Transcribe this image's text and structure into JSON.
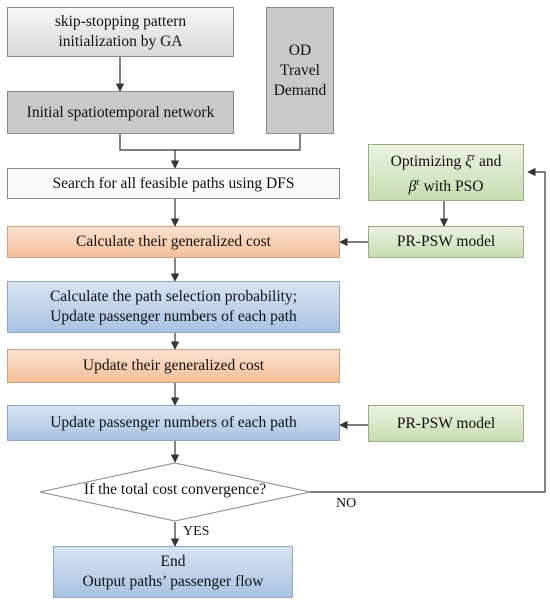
{
  "nodes": {
    "ga_init": {
      "lines": [
        "skip-stopping pattern",
        "initialization by GA"
      ]
    },
    "initial_network": {
      "text": "Initial spatiotemporal network"
    },
    "od_demand": {
      "lines": [
        "OD",
        "Travel",
        "Demand"
      ]
    },
    "search_paths": {
      "text": "Search for all feasible paths using DFS"
    },
    "pso": {
      "line1_pre": "Optimizing ",
      "xi": "ξ",
      "sup_r": "r",
      "line1_post": " and",
      "beta": "β",
      "line2_post": " with PSO"
    },
    "calc_cost": {
      "text": "Calculate their generalized cost"
    },
    "prpsw_top": {
      "text": "PR-PSW model"
    },
    "calc_prob": {
      "lines": [
        "Calculate the path selection probability;",
        "Update passenger numbers of each path"
      ]
    },
    "update_cost": {
      "text": "Update their generalized cost"
    },
    "update_passengers": {
      "text": "Update passenger numbers of each path"
    },
    "prpsw_bottom": {
      "text": "PR-PSW model"
    },
    "convergence": {
      "text": "If the total cost convergence?"
    },
    "end": {
      "lines": [
        "End",
        "Output paths’ passenger flow"
      ]
    }
  },
  "edge_labels": {
    "no": "NO",
    "yes": "YES"
  },
  "colors": {
    "orange": "#f4bf9a",
    "blue": "#a9c3e3",
    "green": "#c8dcb1",
    "gray": "#c9c9c9",
    "line": "#333333"
  }
}
